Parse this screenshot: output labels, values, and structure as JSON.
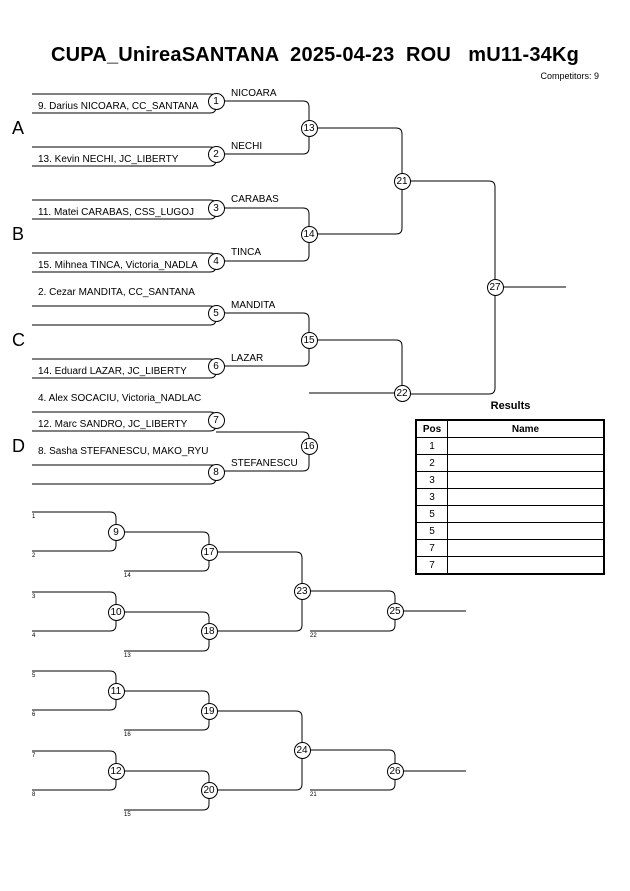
{
  "header": {
    "title": "CUPA_UnireaSANTANA  2025-04-23  ROU   mU11-34Kg",
    "competitors": "Competitors: 9"
  },
  "pools": [
    "A",
    "B",
    "C",
    "D"
  ],
  "competitors": [
    "9. Darius NICOARA, CC_SANTANA",
    "13. Kevin NECHI, JC_LIBERTY",
    "11. Matei CARABAS, CSS_LUGOJ",
    "15. Mihnea TINCA, Victoria_NADLA",
    "2. Cezar MANDITA, CC_SANTANA",
    "14. Eduard LAZAR, JC_LIBERTY",
    "4. Alex SOCACIU, Victoria_NADLAC",
    "12. Marc SANDRO, JC_LIBERTY",
    "8. Sasha STEFANESCU, MAKO_RYU"
  ],
  "winners_round1": [
    "NICOARA",
    "NECHI",
    "CARABAS",
    "TINCA",
    "MANDITA",
    "LAZAR",
    "STEFANESCU"
  ],
  "match_numbers": [
    "1",
    "2",
    "3",
    "4",
    "5",
    "6",
    "7",
    "8",
    "9",
    "10",
    "11",
    "12",
    "13",
    "14",
    "15",
    "16",
    "17",
    "18",
    "19",
    "20",
    "21",
    "22",
    "23",
    "24",
    "25",
    "26",
    "27"
  ],
  "repechage_labels": [
    "1",
    "2",
    "3",
    "4",
    "5",
    "6",
    "7",
    "8",
    "14",
    "13",
    "16",
    "15",
    "22",
    "21"
  ],
  "results": {
    "title": "Results",
    "columns": [
      "Pos",
      "Name"
    ],
    "rows": [
      {
        "pos": "1",
        "name": ""
      },
      {
        "pos": "2",
        "name": ""
      },
      {
        "pos": "3",
        "name": ""
      },
      {
        "pos": "3",
        "name": ""
      },
      {
        "pos": "5",
        "name": ""
      },
      {
        "pos": "5",
        "name": ""
      },
      {
        "pos": "7",
        "name": ""
      },
      {
        "pos": "7",
        "name": ""
      }
    ]
  }
}
